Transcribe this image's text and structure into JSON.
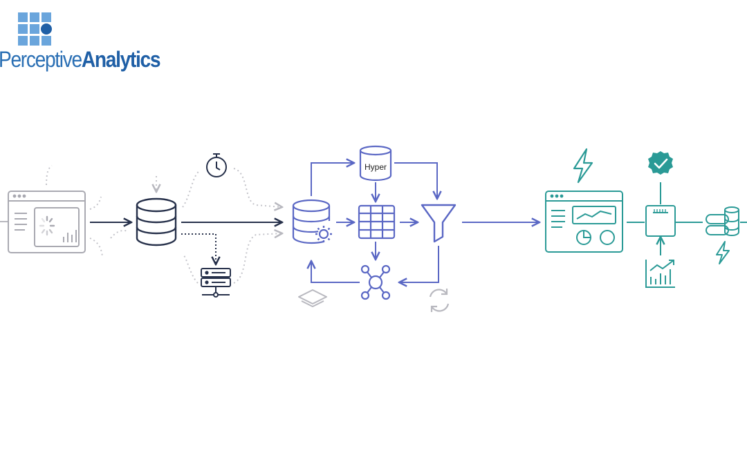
{
  "brand": {
    "name_light": "Perceptive",
    "name_bold": "Analytics",
    "colors": {
      "primary": "#2a6fb4",
      "tile": "#6aa5dc",
      "dot": "#1f5fa6"
    }
  },
  "diagram": {
    "hyper_label": "Hyper",
    "colors": {
      "source": "#a9a9b1",
      "dark": "#26304a",
      "extract": "#5a67c4",
      "dashboard": "#2a9a96",
      "muted": "#b8b8bf"
    },
    "icons": {
      "source_window": "browser-loading-icon",
      "database": "database-icon",
      "timer": "stopwatch-icon",
      "server": "server-rack-icon",
      "extract_db": "database-gear-icon",
      "hyper": "hyper-cylinder-icon",
      "table": "table-grid-icon",
      "filter": "funnel-icon",
      "network": "network-nodes-icon",
      "layers": "layers-icon",
      "refresh": "refresh-icon",
      "dashboard": "dashboard-window-icon",
      "lightning": "lightning-icon",
      "check": "check-badge-icon",
      "chip": "chip-icon",
      "growth_chart": "growth-chart-icon",
      "storage": "storage-stack-icon"
    }
  }
}
